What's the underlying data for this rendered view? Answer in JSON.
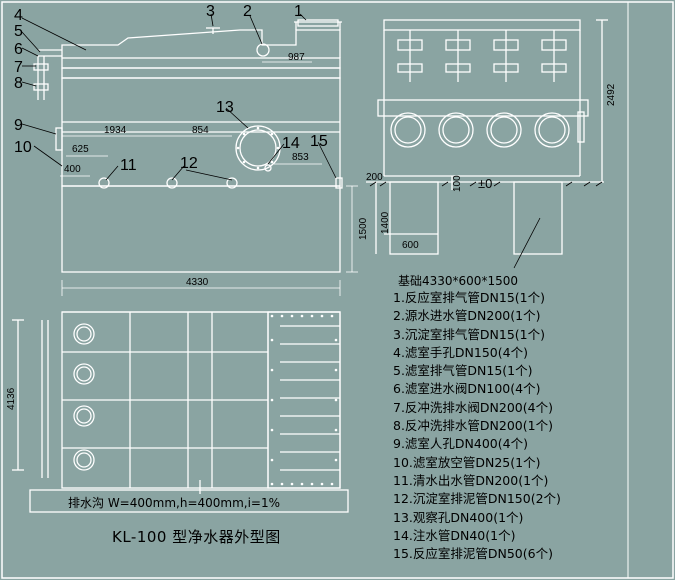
{
  "title": "KL-100 型净水器外型图",
  "callouts": [
    "1",
    "2",
    "3",
    "4",
    "5",
    "6",
    "7",
    "8",
    "9",
    "10",
    "11",
    "12",
    "13",
    "14",
    "15"
  ],
  "dims": {
    "d987": "987",
    "d1934": "1934",
    "d854": "854",
    "d625": "625",
    "d400": "400",
    "d853": "853",
    "d1500": "1500",
    "d4330": "4330",
    "d4136": "4136",
    "d2492": "2492",
    "d200": "200",
    "d100": "100",
    "d1400": "1400",
    "d600": "600",
    "level": "±0"
  },
  "foundation": "基础4330*600*1500",
  "drain_note": "排水沟 W=400mm,h=400mm,i=1%",
  "legend": [
    "1.反应室排气管DN15(1个)",
    "2.源水进水管DN200(1个)",
    "3.沉淀室排气管DN15(1个)",
    "4.滤室手孔DN150(4个)",
    "5.滤室排气管DN15(1个)",
    "6.滤室进水阀DN100(4个)",
    "7.反冲洗排水阀DN200(4个)",
    "8.反冲洗排水管DN200(1个)",
    "9.滤室人孔DN400(4个)",
    "10.滤室放空管DN25(1个)",
    "11.清水出水管DN200(1个)",
    "12.沉淀室排泥管DN150(2个)",
    "13.观察孔DN400(1个)",
    "14.注水管DN40(1个)",
    "15.反应室排泥管DN50(6个)"
  ],
  "colors": {
    "background": "#8aa4a2",
    "line": "#ffffff",
    "ink": "#000000"
  }
}
